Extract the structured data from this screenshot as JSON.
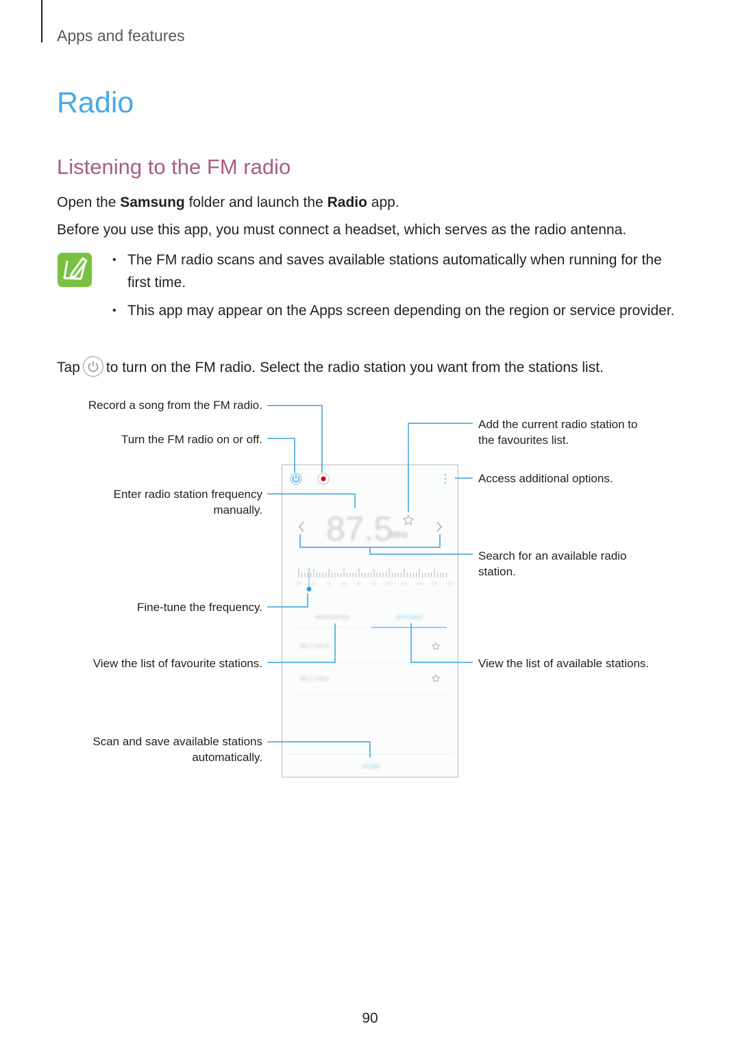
{
  "header": {
    "section": "Apps and features"
  },
  "title": "Radio",
  "subheading": "Listening to the FM radio",
  "intro": {
    "open_prefix": "Open the ",
    "open_folder": "Samsung",
    "open_middle": " folder and launch the ",
    "open_app": "Radio",
    "open_suffix": " app.",
    "antenna": "Before you use this app, you must connect a headset, which serves as the radio antenna."
  },
  "note": {
    "icon": "note-pencil-icon",
    "items": [
      "The FM radio scans and saves available stations automatically when running for the first time.",
      "This app may appear on the Apps screen depending on the region or service provider."
    ]
  },
  "tap": {
    "prefix": "Tap",
    "icon": "power-icon",
    "suffix": "to turn on the FM radio. Select the radio station you want from the stations list."
  },
  "callouts": {
    "record": "Record a song from the FM radio.",
    "power": "Turn the FM radio on or off.",
    "frequency_1": "Enter radio station frequency",
    "frequency_2": "manually.",
    "finetune": "Fine-tune the frequency.",
    "favourites_list": "View the list of favourite stations.",
    "scan_1": "Scan and save available stations",
    "scan_2": "automatically.",
    "add_fav_1": "Add the current radio station to",
    "add_fav_2": "the favourites list.",
    "options": "Access additional options.",
    "search_1": "Search for an available radio",
    "search_2": "station.",
    "stations_list": "View the list of available stations."
  },
  "phone_screen": {
    "frequency": "87.5",
    "unit": "MHz",
    "tab_favourites": "FAVOURITES",
    "tab_stations": "STATIONS",
    "station_1": "88.5 MHz",
    "station_2": "89.1 MHz",
    "scan_button": "SCAN",
    "tick_labels": [
      "88",
      "90",
      "92",
      "94",
      "96",
      "98",
      "100",
      "102",
      "104",
      "106",
      "108"
    ]
  },
  "colors": {
    "title": "#4aa8e6",
    "subheading": "#a65d84",
    "note_icon": "#78c242",
    "callout_line": "#3aa0d8",
    "record_dot": "#d0021b"
  },
  "page_number": "90"
}
